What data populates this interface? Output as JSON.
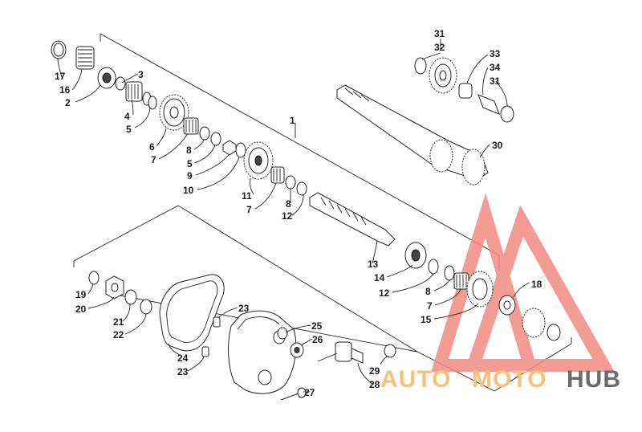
{
  "diagram": {
    "callouts": [
      {
        "id": "c17",
        "label": "17"
      },
      {
        "id": "c16",
        "label": "16"
      },
      {
        "id": "c2",
        "label": "2"
      },
      {
        "id": "c3",
        "label": "3"
      },
      {
        "id": "c4",
        "label": "4"
      },
      {
        "id": "c5a",
        "label": "5"
      },
      {
        "id": "c6",
        "label": "6"
      },
      {
        "id": "c7a",
        "label": "7"
      },
      {
        "id": "c8a",
        "label": "8"
      },
      {
        "id": "c5b",
        "label": "5"
      },
      {
        "id": "c9",
        "label": "9"
      },
      {
        "id": "c10",
        "label": "10"
      },
      {
        "id": "c11",
        "label": "11"
      },
      {
        "id": "c7b",
        "label": "7"
      },
      {
        "id": "c8b",
        "label": "8"
      },
      {
        "id": "c12a",
        "label": "12"
      },
      {
        "id": "c1",
        "label": "1"
      },
      {
        "id": "c31a",
        "label": "31"
      },
      {
        "id": "c32",
        "label": "32"
      },
      {
        "id": "c33",
        "label": "33"
      },
      {
        "id": "c34",
        "label": "34"
      },
      {
        "id": "c31b",
        "label": "31"
      },
      {
        "id": "c30",
        "label": "30"
      },
      {
        "id": "c13",
        "label": "13"
      },
      {
        "id": "c14",
        "label": "14"
      },
      {
        "id": "c12b",
        "label": "12"
      },
      {
        "id": "c8c",
        "label": "8"
      },
      {
        "id": "c7c",
        "label": "7"
      },
      {
        "id": "c15",
        "label": "15"
      },
      {
        "id": "c18",
        "label": "18"
      },
      {
        "id": "c19",
        "label": "19"
      },
      {
        "id": "c20",
        "label": "20"
      },
      {
        "id": "c21",
        "label": "21"
      },
      {
        "id": "c22",
        "label": "22"
      },
      {
        "id": "c23a",
        "label": "23"
      },
      {
        "id": "c24",
        "label": "24"
      },
      {
        "id": "c23b",
        "label": "23"
      },
      {
        "id": "c25",
        "label": "25"
      },
      {
        "id": "c26",
        "label": "26"
      },
      {
        "id": "c29",
        "label": "29"
      },
      {
        "id": "c28",
        "label": "28"
      },
      {
        "id": "c27",
        "label": "27"
      }
    ]
  },
  "watermark": {
    "text_auto": "AUTO",
    "text_moto": "MOTO",
    "text_hub": "HUB",
    "color_auto_moto": "#f5c27a",
    "color_hub": "#6b6b6b",
    "color_triangle": "#f28b82"
  }
}
